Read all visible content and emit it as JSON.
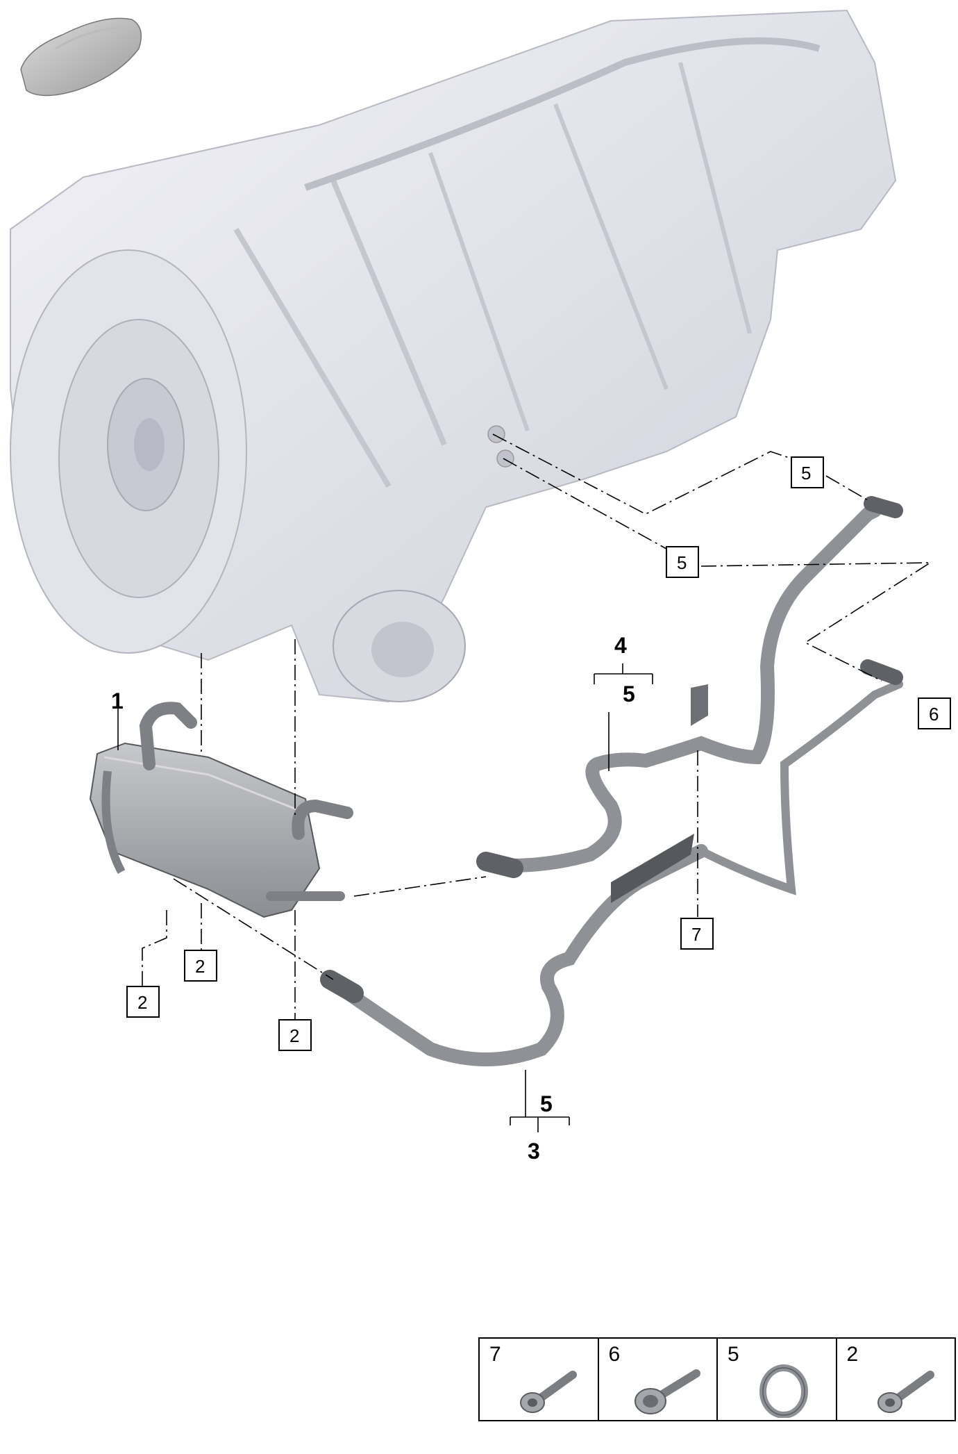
{
  "callouts": {
    "c5a": "5",
    "c5b": "5",
    "c6": "6",
    "c7": "7",
    "c2a": "2",
    "c2b": "2",
    "c2c": "2"
  },
  "labels": {
    "l1": "1",
    "l4": "4",
    "l4sub": "5",
    "l3": "3",
    "l3sub": "5"
  },
  "parts_table": [
    {
      "number": "7",
      "icon": "bolt-icon"
    },
    {
      "number": "6",
      "icon": "flanged-bolt-icon"
    },
    {
      "number": "5",
      "icon": "seal-ring-icon"
    },
    {
      "number": "2",
      "icon": "bolt-icon"
    }
  ],
  "colors": {
    "housing": "#e6e6ee",
    "housing_shade": "#c9c9d4",
    "pipe": "#9ea0a6",
    "pipe_dark": "#6e7076"
  }
}
